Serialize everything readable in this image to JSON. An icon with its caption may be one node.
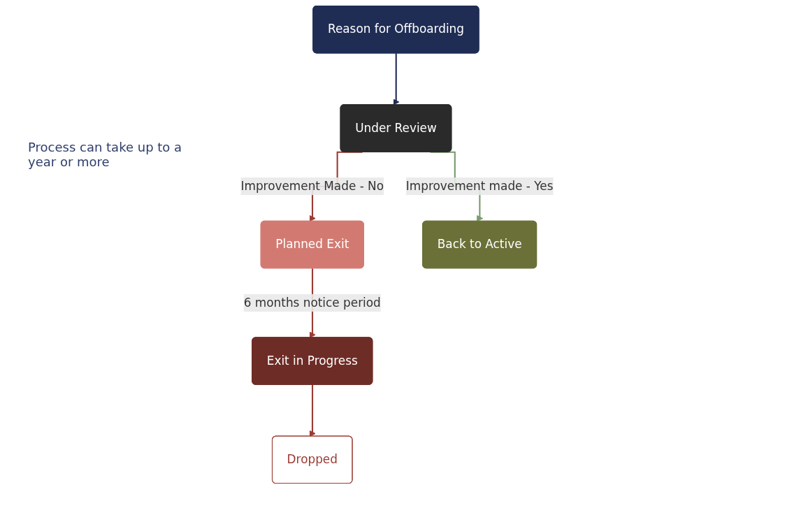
{
  "diagram": {
    "nodes": [
      {
        "text": [
          "Reason for Offboarding"
        ]
      },
      {
        "text": [
          "Under Review"
        ]
      },
      {
        "text": [
          "Planned Exit"
        ]
      },
      {
        "text": [
          "Back to Active"
        ]
      },
      {
        "text": [
          "Exit in Progress"
        ]
      },
      {
        "text": [
          "Dropped"
        ]
      }
    ],
    "edges": [
      {
        "from": 0,
        "to": 1,
        "arrow": "to",
        "color": "#1f2d55"
      },
      {
        "from": 1,
        "to": 2,
        "arrow": "to",
        "label": "Improvement Made - No",
        "color": "#9b3b33"
      },
      {
        "from": 1,
        "to": 3,
        "arrow": "to",
        "label": "Improvement made - Yes",
        "color": "#7a9a70"
      },
      {
        "from": 2,
        "to": 4,
        "arrow": "to",
        "label": "6 months notice period",
        "color": "#9b3b33"
      },
      {
        "from": 4,
        "to": 5,
        "arrow": "to",
        "color": "#9b3b33"
      }
    ],
    "labels": [
      "Process can take up to a year or more"
    ]
  }
}
